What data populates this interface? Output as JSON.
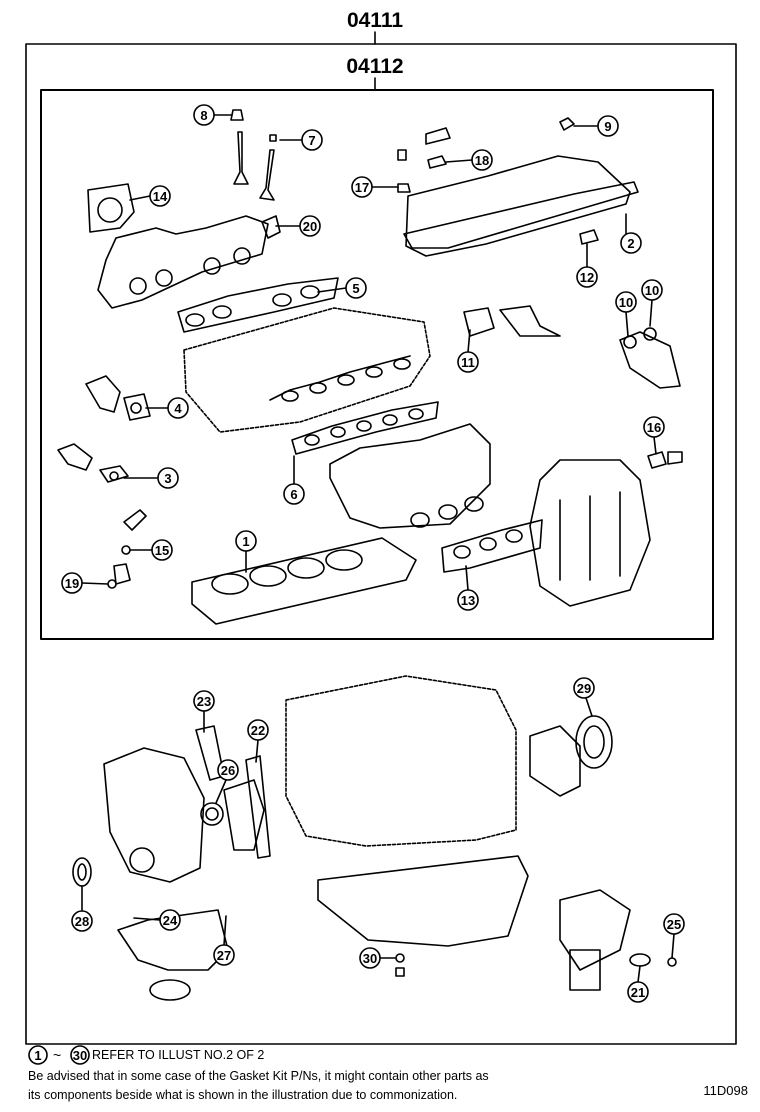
{
  "header": {
    "top_code": "04111",
    "sub_code": "04112"
  },
  "callouts": [
    "1",
    "2",
    "3",
    "4",
    "5",
    "6",
    "7",
    "8",
    "9",
    "10",
    "10",
    "11",
    "12",
    "13",
    "14",
    "15",
    "16",
    "17",
    "18",
    "19",
    "20",
    "21",
    "22",
    "23",
    "24",
    "25",
    "26",
    "27",
    "28",
    "29",
    "30"
  ],
  "notes": {
    "line1_start": "1",
    "line1_tilde": "~",
    "line1_end": "30",
    "line1_text": "REFER TO ILLUST NO.2 OF 2",
    "line2": "Be advised that in some case of the Gasket Kit P/Ns,  it might contain other parts as",
    "line3": "its components beside what is shown in the illustration due to commonization."
  },
  "diagram_code": "11D098"
}
